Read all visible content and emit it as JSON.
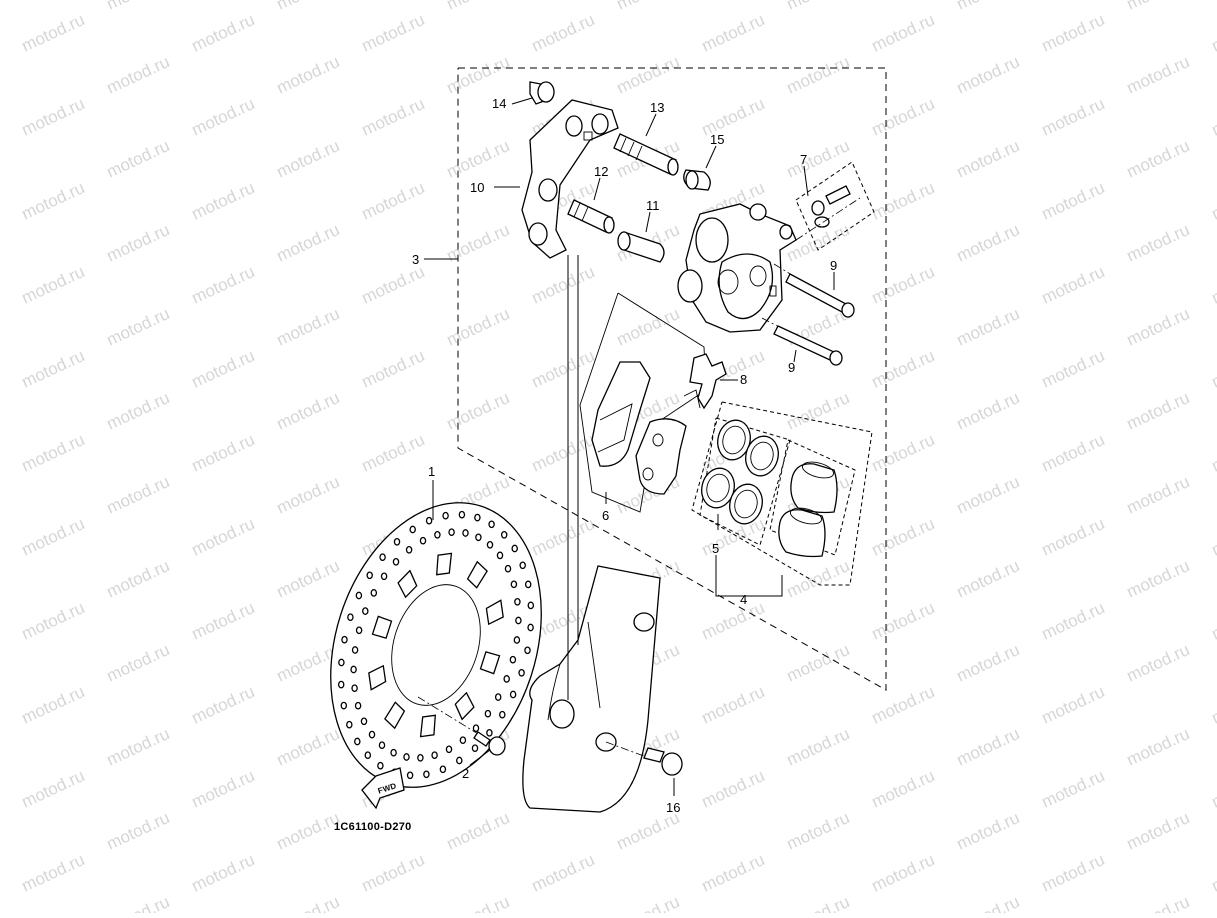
{
  "diagram": {
    "watermark_text": "motod.ru",
    "code": "1C61100-D270",
    "fwd_label": "FWD",
    "callouts": [
      {
        "id": "1",
        "label": "1"
      },
      {
        "id": "2",
        "label": "2"
      },
      {
        "id": "3",
        "label": "3"
      },
      {
        "id": "4",
        "label": "4"
      },
      {
        "id": "5",
        "label": "5"
      },
      {
        "id": "6",
        "label": "6"
      },
      {
        "id": "7",
        "label": "7"
      },
      {
        "id": "8",
        "label": "8"
      },
      {
        "id": "9a",
        "label": "9"
      },
      {
        "id": "9b",
        "label": "9"
      },
      {
        "id": "10",
        "label": "10"
      },
      {
        "id": "11",
        "label": "11"
      },
      {
        "id": "12",
        "label": "12"
      },
      {
        "id": "13",
        "label": "13"
      },
      {
        "id": "14",
        "label": "14"
      },
      {
        "id": "15",
        "label": "15"
      },
      {
        "id": "16",
        "label": "16"
      }
    ]
  }
}
